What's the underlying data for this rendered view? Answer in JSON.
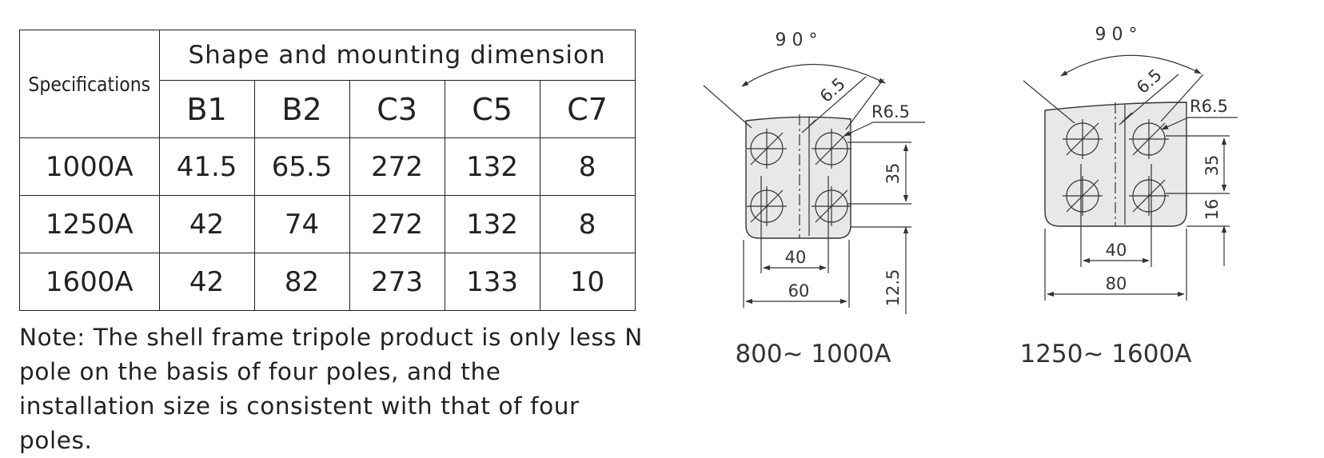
{
  "table": {
    "spec_label": "Specifications",
    "group_label": "Shape and mounting dimension",
    "columns": [
      "B1",
      "B2",
      "C3",
      "C5",
      "C7"
    ],
    "rows": [
      {
        "spec": "1000A",
        "values": [
          "41.5",
          "65.5",
          "272",
          "132",
          "8"
        ]
      },
      {
        "spec": "1250A",
        "values": [
          "42",
          "74",
          "272",
          "132",
          "8"
        ]
      },
      {
        "spec": "1600A",
        "values": [
          "42",
          "82",
          "273",
          "133",
          "10"
        ]
      }
    ]
  },
  "note": "Note: The shell frame tripole product is only less N pole on the basis of four poles, and the installation size is consistent with that of four poles.",
  "drawing_left": {
    "caption": "800~ 1000A",
    "angle": "9 0 °",
    "slot": "6.5",
    "radius": "R6.5",
    "vert_spacing": "35",
    "bottom_offset": "12.5",
    "hole_spacing": "40",
    "width": "60"
  },
  "drawing_right": {
    "caption": "1250~ 1600A",
    "angle": "9 0 °",
    "slot": "6.5",
    "radius": "R6.5",
    "vert_spacing": "35",
    "bottom_offset": "16",
    "hole_spacing": "40",
    "width": "80"
  }
}
